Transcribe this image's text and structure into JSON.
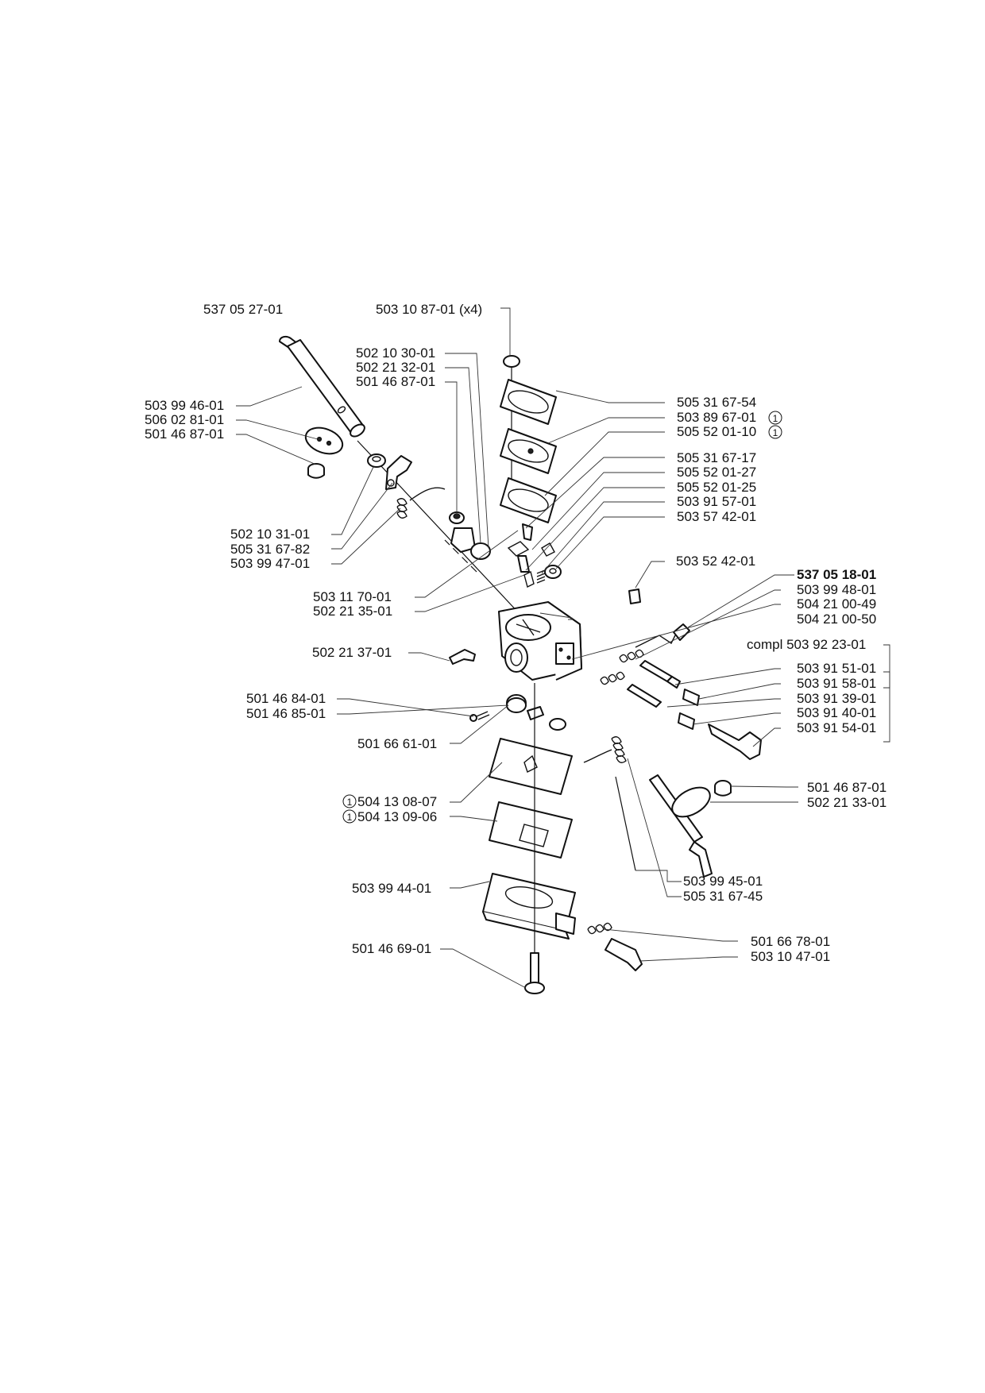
{
  "labels": {
    "l_537052701": "537 05 27-01",
    "l_503108701": "503 10 87-01",
    "l_x4": "(x4)",
    "l_502103001": "502 10 30-01",
    "l_502213201": "502 21 32-01",
    "l_501468701a": "501 46 87-01",
    "l_503994601": "503 99 46-01",
    "l_506028101": "506 02 81-01",
    "l_501468701b": "501 46 87-01",
    "l_505316754": "505 31 67-54",
    "l_503896701": "503 89 67-01",
    "l_505520110": "505 52 01-10",
    "l_505316717": "505 31 67-17",
    "l_505520127": "505 52 01-27",
    "l_505520125": "505 52 01-25",
    "l_503915701": "503 91 57-01",
    "l_503574201": "503 57 42-01",
    "l_502103101": "502 10 31-01",
    "l_505316782": "505 31 67-82",
    "l_503994701": "503 99 47-01",
    "l_503524201": "503 52 42-01",
    "l_537051801": "537 05 18-01",
    "l_503994801": "503 99 48-01",
    "l_504210049": "504 21 00-49",
    "l_504210050": "504 21 00-50",
    "l_503117001": "503 11 70-01",
    "l_502213501": "502 21 35-01",
    "l_compl": "compl",
    "l_503922301": "503 92 23-01",
    "l_502213701": "502 21 37-01",
    "l_503915101": "503 91 51-01",
    "l_503915801": "503 91 58-01",
    "l_503913901": "503 91 39-01",
    "l_501468401": "501 46 84-01",
    "l_503914001": "503 91 40-01",
    "l_501468501": "501 46 85-01",
    "l_503915401": "503 91 54-01",
    "l_501666101": "501 66 61-01",
    "l_501468701c": "501 46 87-01",
    "l_504130807": "504 13 08-07",
    "l_502213301": "502 21 33-01",
    "l_504130906": "504 13 09-06",
    "l_503994401": "503 99 44-01",
    "l_503994501": "503 99 45-01",
    "l_505316745": "505 31 67-45",
    "l_501667801": "501 66 78-01",
    "l_501466901": "501 46 69-01",
    "l_503104701": "503 10 47-01"
  },
  "callout_marker": "1"
}
